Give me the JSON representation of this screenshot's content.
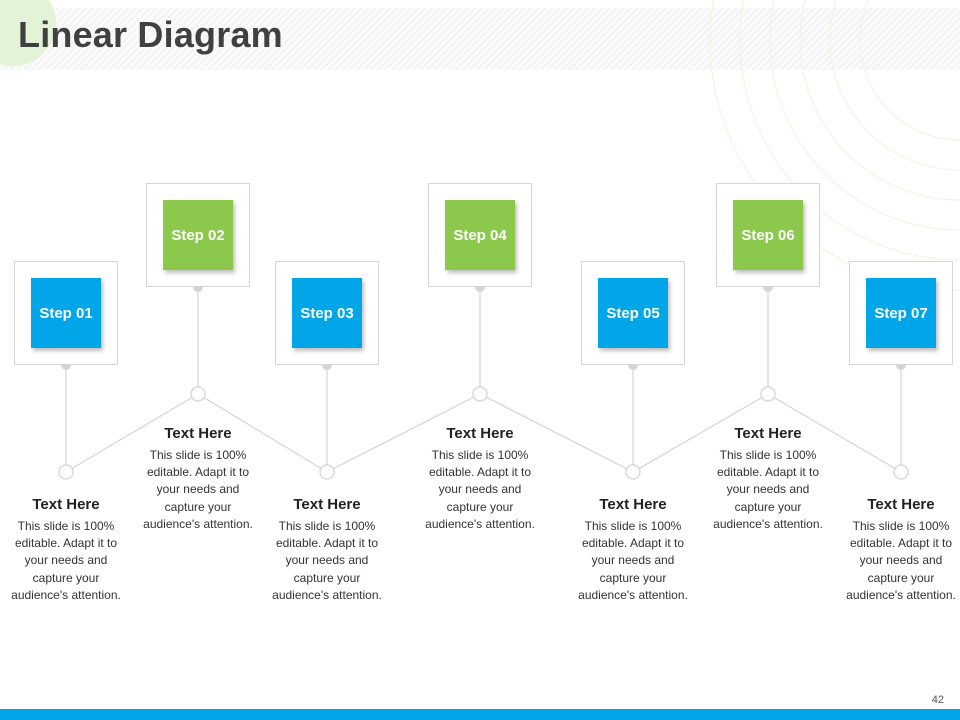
{
  "title": "Linear Diagram",
  "page_number": "42",
  "colors": {
    "blue": "#00a6e8",
    "green": "#8bc84b",
    "connector": "#d4d4d4",
    "footer": "#00a6e8"
  },
  "steps": [
    {
      "label": "Step 01",
      "color": "blue",
      "heading": "Text Here",
      "body": "This slide is 100% editable. Adapt it to your needs and capture your audience's attention."
    },
    {
      "label": "Step 02",
      "color": "green",
      "heading": "Text Here",
      "body": "This slide is 100% editable. Adapt it to your needs and capture your audience's attention."
    },
    {
      "label": "Step 03",
      "color": "blue",
      "heading": "Text Here",
      "body": "This slide is 100% editable. Adapt it to your needs and capture your audience's attention."
    },
    {
      "label": "Step 04",
      "color": "green",
      "heading": "Text Here",
      "body": "This slide is 100% editable. Adapt it to your needs and capture your audience's attention."
    },
    {
      "label": "Step 05",
      "color": "blue",
      "heading": "Text Here",
      "body": "This slide is 100% editable. Adapt it to your needs and capture your audience's attention."
    },
    {
      "label": "Step 06",
      "color": "green",
      "heading": "Text Here",
      "body": "This slide is 100% editable. Adapt it to your needs and capture your audience's attention."
    },
    {
      "label": "Step 07",
      "color": "blue",
      "heading": "Text Here",
      "body": "This slide is 100% editable. Adapt it to your needs and capture your audience's attention."
    }
  ]
}
